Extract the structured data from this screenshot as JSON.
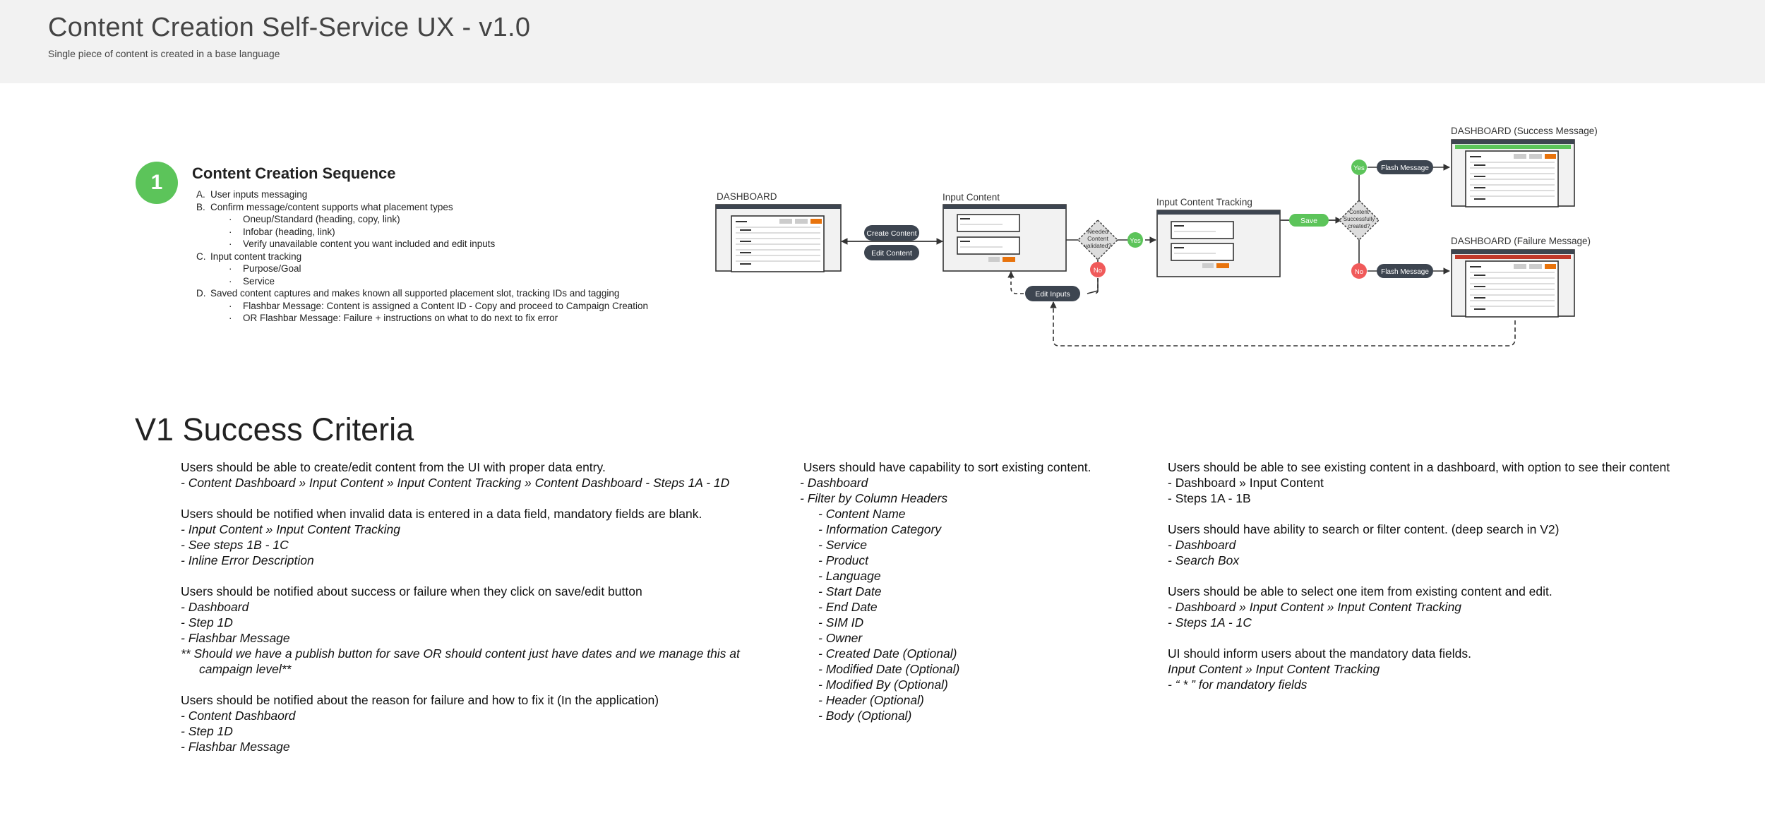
{
  "header": {
    "title": "Content Creation Self-Service UX - v1.0",
    "subtitle": "Single piece of content is created in a base language"
  },
  "sequence": {
    "step_number": "1",
    "title": "Content Creation Sequence",
    "items": [
      {
        "letter": "A.",
        "text": "User inputs messaging",
        "sub": []
      },
      {
        "letter": "B.",
        "text": "Confirm message/content supports what placement types",
        "sub": [
          "Oneup/Standard (heading, copy, link)",
          "Infobar (heading, link)",
          "Verify unavailable content you want included and edit inputs"
        ]
      },
      {
        "letter": "C.",
        "text": "Input content tracking",
        "sub": [
          "Purpose/Goal",
          "Service"
        ]
      },
      {
        "letter": "D.",
        "text": "Saved content captures and makes known all supported placement slot, tracking IDs and tagging",
        "sub": [
          "Flashbar Message: Content is assigned a Content ID - Copy and proceed to Campaign Creation",
          "OR Flashbar Message: Failure + instructions on what to do next to fix error"
        ]
      }
    ]
  },
  "flow": {
    "dashboard": "DASHBOARD",
    "input_content": "Input Content",
    "input_tracking": "Input Content Tracking",
    "dash_success": "DASHBOARD (Success Message)",
    "dash_failure": "DASHBOARD (Failure Message)",
    "btn_create": "Create Content",
    "btn_edit": "Edit Content",
    "btn_edit_inputs": "Edit Inputs",
    "btn_save": "Save",
    "flash_msg": "Flash Message",
    "yes": "Yes",
    "no": "No",
    "decision1": [
      "Needed",
      "Content",
      "validated?"
    ],
    "decision2": [
      "Content",
      "Successfully",
      "created?"
    ]
  },
  "criteria": {
    "heading": "V1 Success Criteria",
    "col1": [
      "Users should be able to create/edit content from the UI with proper data entry.",
      "- Content Dashboard » Input Content » Input Content Tracking » Content Dashboard  - Steps 1A  - 1D",
      "Users should be notified when invalid data is entered in a data field, mandatory fields are blank.",
      "- Input Content » Input Content Tracking",
      "- See steps 1B - 1C",
      "- Inline Error Description",
      "Users should be notified about success or failure when they click on save/edit button",
      "- Dashboard",
      "- Step 1D",
      "- Flashbar Message",
      "** Should we have a publish button for save OR should content just have dates and we manage this at",
      "campaign level**",
      "Users should be notified about the reason for failure and how to fix it (In the application)",
      "- Content Dashbaord",
      "- Step 1D",
      "- Flashbar Message"
    ],
    "col2": [
      " Users should have capability to sort existing content.",
      "- Dashboard",
      "- Filter by Column Headers",
      "- Content Name",
      "- Information Category",
      "- Service",
      "- Product",
      "- Language",
      "- Start Date",
      "- End Date",
      "- SIM ID",
      "- Owner",
      "- Created Date (Optional)",
      "- Modified Date (Optional)",
      "- Modified By (Optional)",
      "- Header (Optional)",
      "- Body (Optional)"
    ],
    "col3": [
      "Users should be able to see existing content in a dashboard, with option to see their content",
      "- Dashboard » Input Content",
      "- Steps 1A - 1B",
      "Users should have ability to search or filter content. (deep search in V2)",
      "- Dashboard",
      "- Search Box",
      "Users should be able to select one item from existing content and edit.",
      "- Dashboard » Input Content » Input Content Tracking",
      "- Steps 1A - 1C",
      "UI should inform users about the mandatory data fields.",
      "Input Content » Input Content Tracking",
      "- “ * ” for mandatory fields"
    ]
  },
  "colors": {
    "green": "#5cc45a",
    "red": "#f05a5a",
    "dark_pill": "#3d4550",
    "orange": "#e8730c",
    "header_bg": "#f2f2f2"
  }
}
